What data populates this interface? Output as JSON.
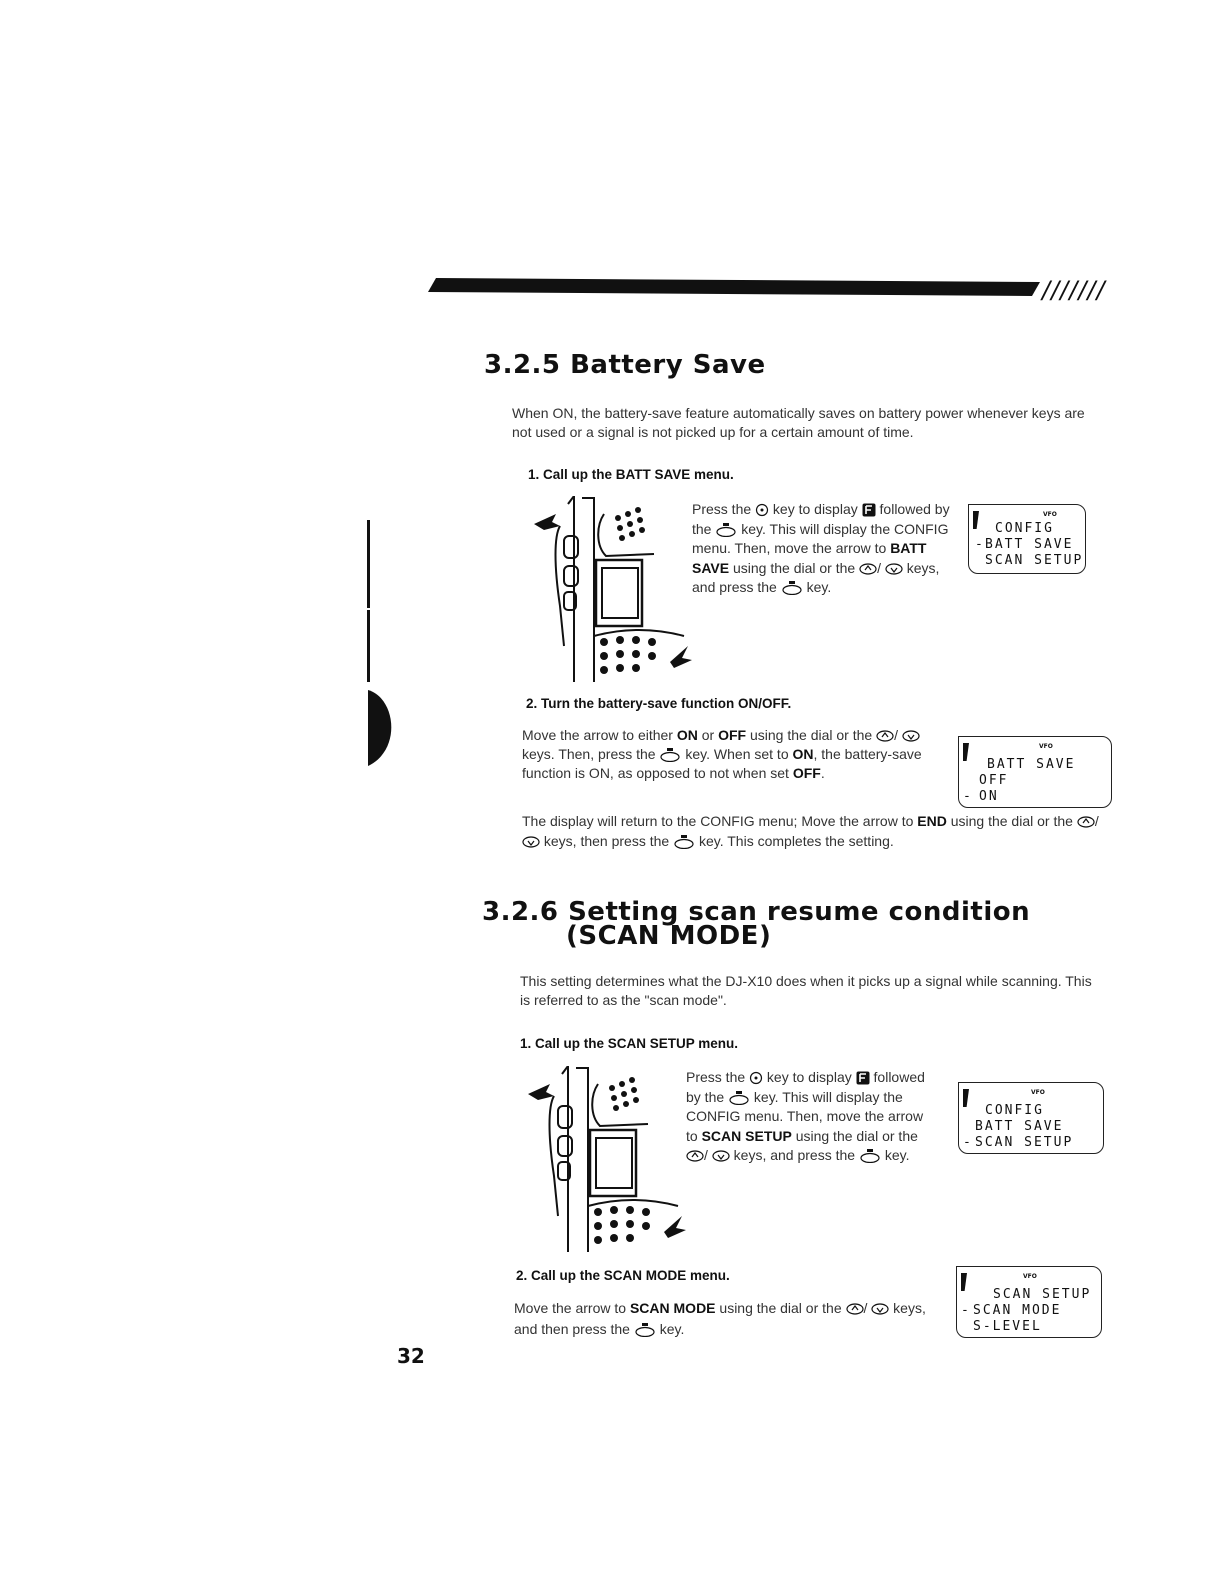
{
  "header": {
    "slashes": "///////"
  },
  "section1": {
    "title": "3.2.5 Battery Save",
    "intro": "When ON, the battery-save feature automatically saves on battery power whenever keys are not used or a signal is not picked up for a certain amount of time.",
    "step1": {
      "heading": "1. Call up the BATT SAVE menu.",
      "t1": "Press the",
      "t2": "key to display",
      "t3": "followed by the",
      "t4": "key. This will display the CONFIG menu. Then, move the arrow to",
      "target": "BATT SAVE",
      "t5": "using the dial or the",
      "t6": "keys, and press the",
      "t7": "key.",
      "lcd": {
        "tag": "VFO",
        "line1": "CONFIG",
        "line2": "BATT SAVE",
        "line3": "SCAN SETUP",
        "arrow_line": 2
      }
    },
    "step2": {
      "heading": "2. Turn the battery-save function ON/OFF.",
      "t1": "Move the arrow to either",
      "on": "ON",
      "t2": "or",
      "off": "OFF",
      "t3": "using the dial or the",
      "t4": "keys. Then, press the",
      "t5": "key. When set to",
      "t6": ", the battery-save function is ON, as opposed to not when set",
      "t7": ".",
      "t8": "The display will return to the CONFIG menu; Move the arrow to",
      "end": "END",
      "t9": "using the dial or the",
      "t10": "keys, then press the",
      "t11": "key. This completes the setting.",
      "lcd": {
        "tag": "VFO",
        "line1": "BATT SAVE",
        "line2": "OFF",
        "line3": "ON",
        "arrow_line": 3
      }
    }
  },
  "section2": {
    "title_line1": "3.2.6 Setting scan resume condition",
    "title_line2": "(SCAN MODE)",
    "intro": "This setting determines what the DJ-X10 does when it picks up a signal while scanning. This is referred to as the \"scan mode\".",
    "step1": {
      "heading": "1. Call up the SCAN SETUP menu.",
      "t1": "Press the",
      "t2": "key to display",
      "t3": "followed by the",
      "t4": "key. This will display the CONFIG menu. Then, move the arrow to",
      "target": "SCAN SETUP",
      "t5": "using the dial or the",
      "t6": "keys, and press the",
      "t7": "key.",
      "lcd": {
        "tag": "VFO",
        "line1": "CONFIG",
        "line2": "BATT SAVE",
        "line3": "SCAN SETUP",
        "arrow_line": 3
      }
    },
    "step2": {
      "heading": "2. Call up the SCAN MODE menu.",
      "t1": "Move the arrow to",
      "target": "SCAN MODE",
      "t2": "using the dial or the",
      "t3": "keys, and then press the",
      "t4": "key.",
      "lcd": {
        "tag": "VFO",
        "line1": "SCAN SETUP",
        "line2": "SCAN MODE",
        "line3": "S-LEVEL",
        "arrow_line": 2
      }
    }
  },
  "page_number": "32",
  "icons": [
    "function-key-icon",
    "f-display-icon",
    "set-ent-key-icon",
    "up-key-icon",
    "down-key-icon",
    "radio-illustration"
  ]
}
